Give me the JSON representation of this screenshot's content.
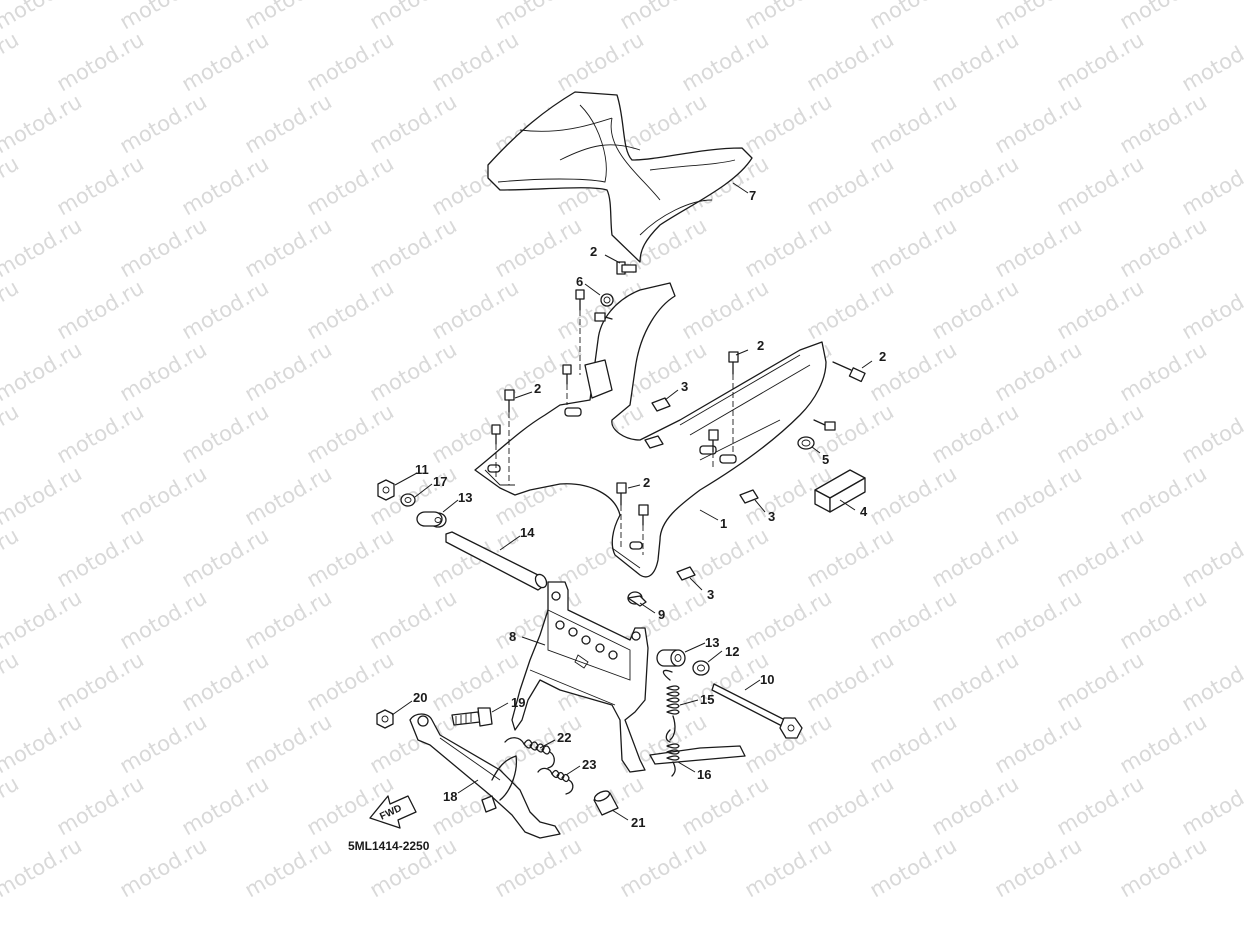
{
  "watermark": {
    "text": "motod.ru"
  },
  "diagram_code": "5ML1414-2250",
  "fwd_label": "FWD",
  "callouts": [
    {
      "id": "part-1-callout",
      "label": "1"
    },
    {
      "id": "part-2-callout-a",
      "label": "2"
    },
    {
      "id": "part-2-callout-b",
      "label": "2"
    },
    {
      "id": "part-2-callout-c",
      "label": "2"
    },
    {
      "id": "part-2-callout-d",
      "label": "2"
    },
    {
      "id": "part-2-callout-e",
      "label": "2"
    },
    {
      "id": "part-3-callout-a",
      "label": "3"
    },
    {
      "id": "part-3-callout-b",
      "label": "3"
    },
    {
      "id": "part-3-callout-c",
      "label": "3"
    },
    {
      "id": "part-4-callout",
      "label": "4"
    },
    {
      "id": "part-5-callout",
      "label": "5"
    },
    {
      "id": "part-6-callout",
      "label": "6"
    },
    {
      "id": "part-7-callout",
      "label": "7"
    },
    {
      "id": "part-8-callout",
      "label": "8"
    },
    {
      "id": "part-9-callout",
      "label": "9"
    },
    {
      "id": "part-10-callout",
      "label": "10"
    },
    {
      "id": "part-11-callout",
      "label": "11"
    },
    {
      "id": "part-12-callout",
      "label": "12"
    },
    {
      "id": "part-13-callout-a",
      "label": "13"
    },
    {
      "id": "part-13-callout-b",
      "label": "13"
    },
    {
      "id": "part-14-callout",
      "label": "14"
    },
    {
      "id": "part-15-callout",
      "label": "15"
    },
    {
      "id": "part-16-callout",
      "label": "16"
    },
    {
      "id": "part-17-callout",
      "label": "17"
    },
    {
      "id": "part-18-callout",
      "label": "18"
    },
    {
      "id": "part-19-callout",
      "label": "19"
    },
    {
      "id": "part-20-callout",
      "label": "20"
    },
    {
      "id": "part-21-callout",
      "label": "21"
    },
    {
      "id": "part-22-callout",
      "label": "22"
    },
    {
      "id": "part-23-callout",
      "label": "23"
    }
  ]
}
